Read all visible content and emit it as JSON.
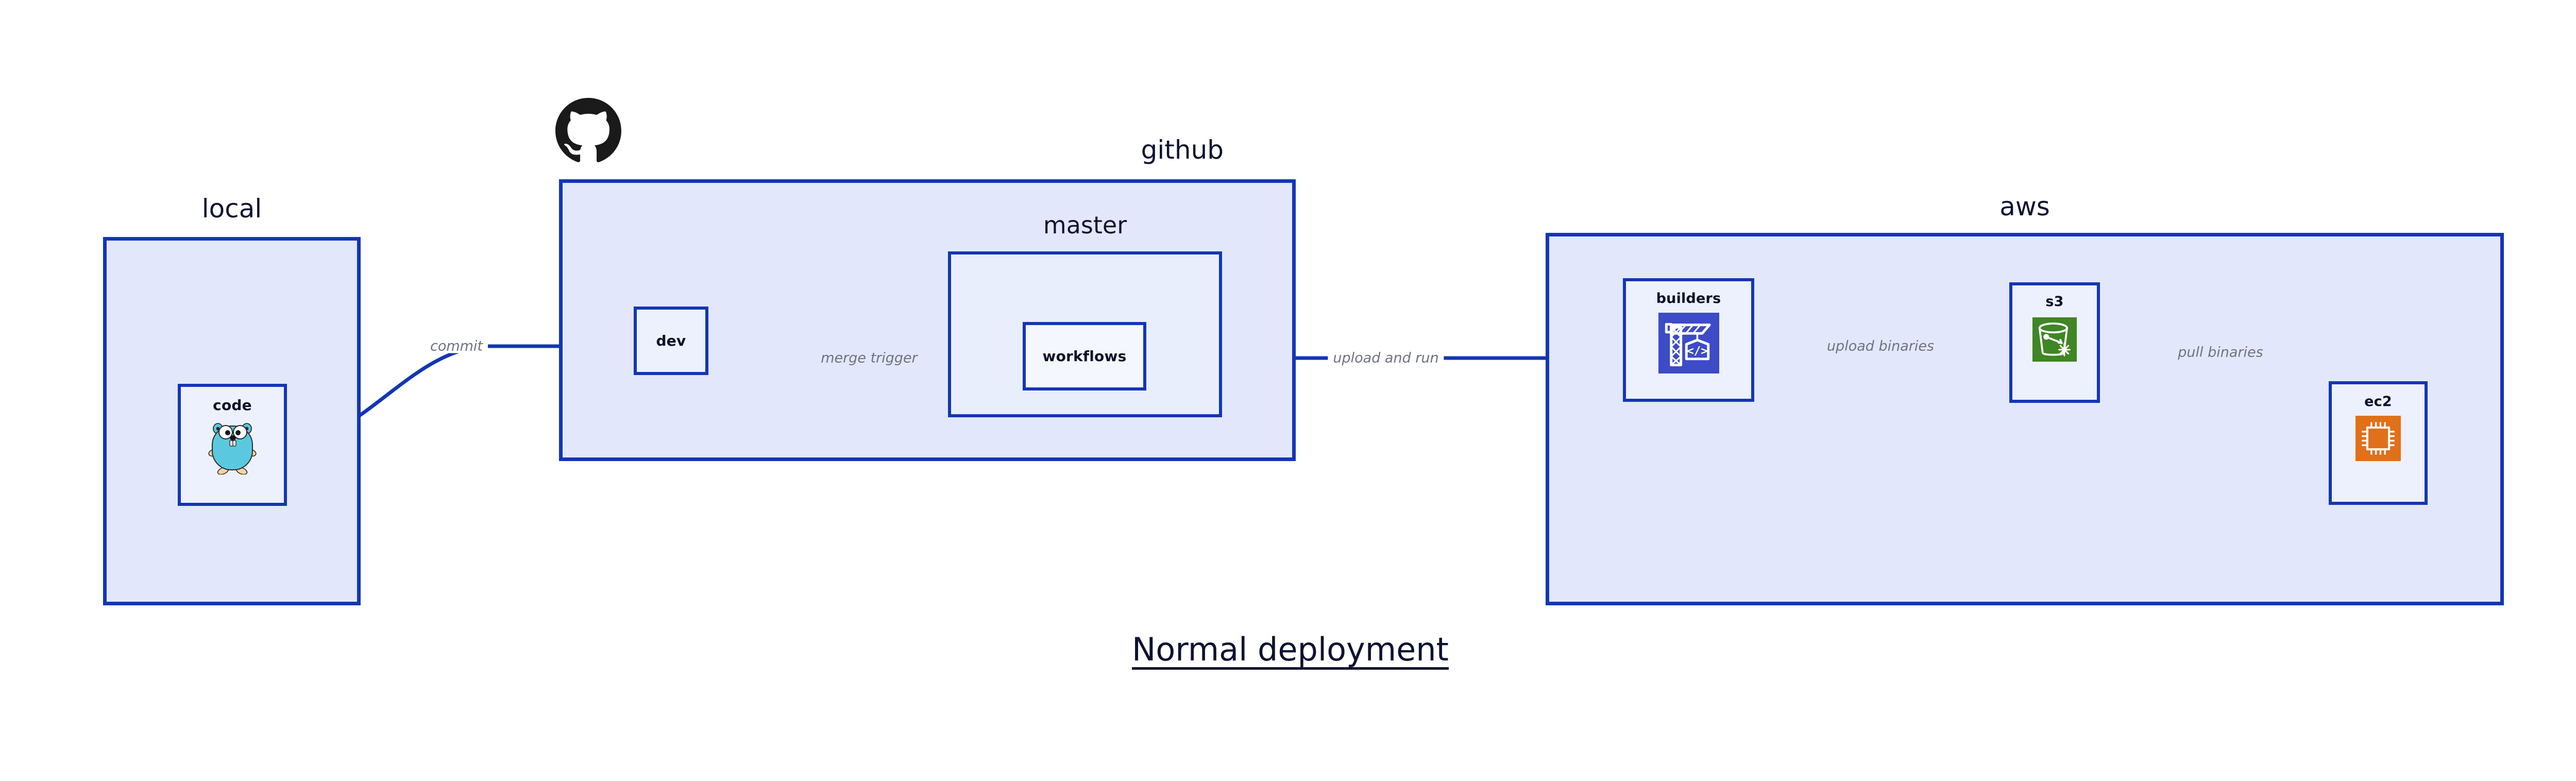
{
  "diagram": {
    "title": "Normal deployment",
    "background": "#ffffff",
    "accent_border": "#1336b4",
    "group_fill": "#e2e7fb",
    "node_fill": "#edf1fd",
    "label_color": "#6f7380"
  },
  "groups": {
    "local": {
      "label": "local"
    },
    "github": {
      "label": "github"
    },
    "master": {
      "label": "master"
    },
    "aws": {
      "label": "aws"
    }
  },
  "nodes": {
    "code": {
      "label": "code",
      "icon": "go-gopher-icon"
    },
    "dev": {
      "label": "dev",
      "icon": null
    },
    "workflows": {
      "label": "workflows",
      "icon": null
    },
    "builders": {
      "label": "builders",
      "icon": "aws-codebuild-icon",
      "icon_color": "#3d4bc7"
    },
    "s3": {
      "label": "s3",
      "icon": "aws-s3-bucket-icon",
      "icon_color": "#3f8624"
    },
    "ec2": {
      "label": "ec2",
      "icon": "aws-ec2-chip-icon",
      "icon_color": "#e0701a"
    }
  },
  "icons": {
    "github_logo": "github-octocat-icon"
  },
  "edges": [
    {
      "id": "commit",
      "label": "commit",
      "from": "code",
      "to": "dev"
    },
    {
      "id": "merge-trigger",
      "label": "merge trigger",
      "from": "dev",
      "to": "workflows"
    },
    {
      "id": "upload-and-run",
      "label": "upload and run",
      "from": "workflows",
      "to": "builders"
    },
    {
      "id": "upload-binaries",
      "label": "upload binaries",
      "from": "builders",
      "to": "s3"
    },
    {
      "id": "pull-binaries",
      "label": "pull binaries",
      "from": "s3",
      "to": "ec2"
    }
  ]
}
